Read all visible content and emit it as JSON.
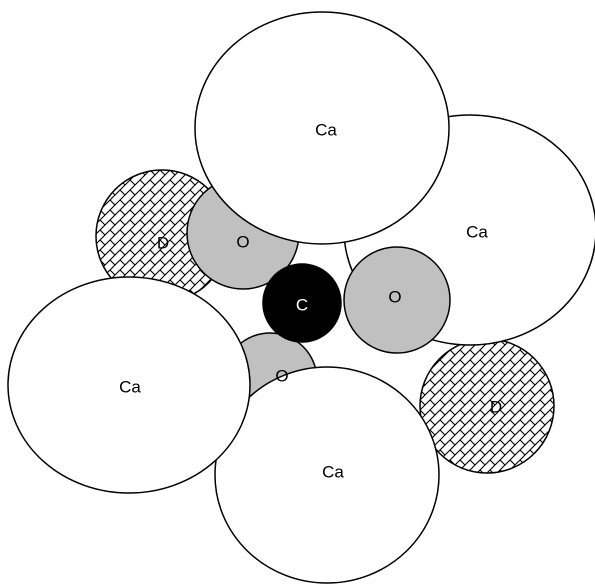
{
  "diagram": {
    "labels": {
      "ca_top": "Ca",
      "ca_right": "Ca",
      "ca_left": "Ca",
      "ca_bottom": "Ca",
      "d_left": "D",
      "d_right": "D",
      "o_top": "O",
      "o_right": "O",
      "o_left": "O",
      "c_center": "C"
    },
    "colors": {
      "ca_fill": "#ffffff",
      "o_fill": "#c0c0c0",
      "c_fill": "#000000",
      "c_label": "#ffffff",
      "d_fill_pattern": "crosshatch",
      "stroke": "#000000"
    }
  }
}
